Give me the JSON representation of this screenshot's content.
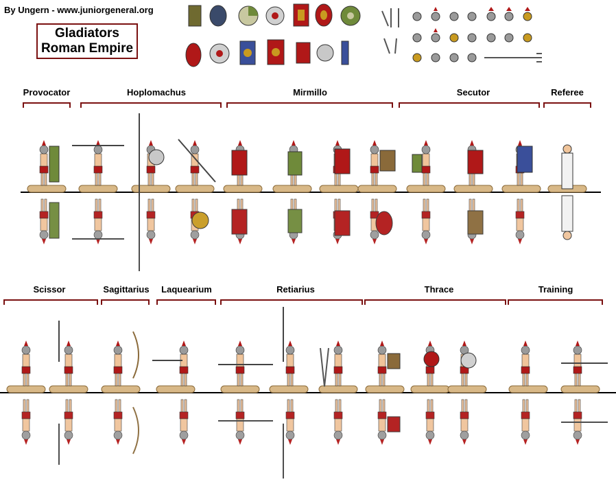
{
  "credit": "By Ungern - www.juniorgeneral.org",
  "title": {
    "line1": "Gladiators",
    "line2": "Roman Empire"
  },
  "row1": {
    "groups": [
      "Provocator",
      "Hoplomachus",
      "Mirmillo",
      "Secutor",
      "Referee"
    ]
  },
  "row2": {
    "groups": [
      "Scissor",
      "Sagittarius",
      "Laquearium",
      "Retiarius",
      "Thrace",
      "Training"
    ]
  },
  "colors": {
    "bracket": "#7a1010",
    "base": "#d8b887",
    "skin": "#f0c49a",
    "red": "#b01818",
    "gold": "#c89a20",
    "steel": "#9a9a9a",
    "green": "#6f8a3a",
    "blue": "#3a4f9a"
  }
}
